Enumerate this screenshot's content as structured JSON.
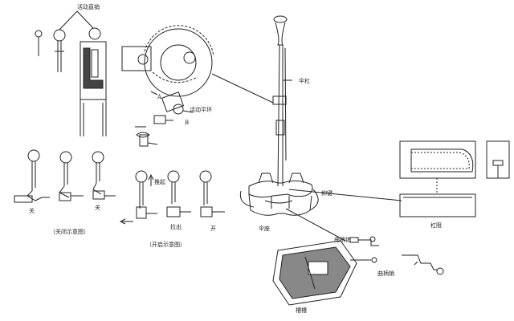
{
  "labels": {
    "pin_top": "活动直销",
    "ring_pin": "活动平环",
    "handle_bar": "伞杠",
    "stand_a": "A",
    "stand_b": "B",
    "label_close": "关",
    "label_open": "开",
    "label_push_up": "推起",
    "label_pull_out": "拉出",
    "caption_close": "（关闭示意图）",
    "caption_open": "（开启示意图）",
    "base_board": "伞座",
    "press_pin": "抑键",
    "crank_pin": "曲柄销",
    "crank_pin2": "曲柄销",
    "slot": "槽槽",
    "lever_detail": "杠阻"
  }
}
